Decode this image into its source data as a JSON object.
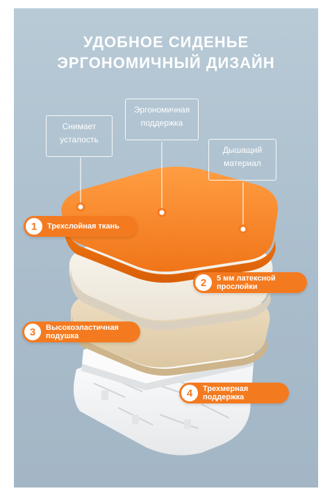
{
  "headline": {
    "line1": "УДОБНОЕ СИДЕНЬЕ",
    "line2": "ЭРГОНОМИЧНЫЙ ДИЗАЙН"
  },
  "tooltips": [
    {
      "line1": "Снимает",
      "line2": "усталость"
    },
    {
      "line1": "Эргономичная",
      "line2": "поддержка"
    },
    {
      "line1": "Дышащий",
      "line2": "материал"
    }
  ],
  "layers": [
    {
      "number": "1",
      "line1": "Трехслойная ткань",
      "line2": ""
    },
    {
      "number": "2",
      "line1": "5 мм латексной",
      "line2": "прослойки"
    },
    {
      "number": "3",
      "line1": "Высокоэластичная",
      "line2": "подушка"
    },
    {
      "number": "4",
      "line1": "Трехмерная",
      "line2": "поддержка"
    }
  ],
  "colors": {
    "background": "#b2c5d2",
    "accent": "#f47a20",
    "foam": "#f3eee4",
    "latex": "#e9d8bc",
    "base": "#f7f7f7"
  }
}
